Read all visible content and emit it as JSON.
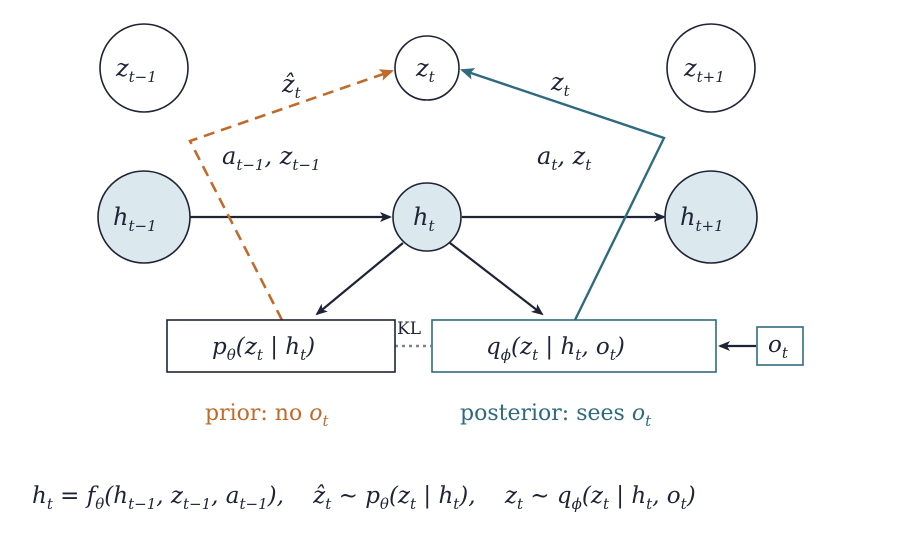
{
  "colors": {
    "ink": "#1e2435",
    "prior": "#c06a2b",
    "posterior": "#2e6b80",
    "hidden_fill": "#dbe9ef"
  },
  "nodes": {
    "z_prev": {
      "base": "z",
      "sub": "t−1"
    },
    "z_cur": {
      "base": "z",
      "sub": "t"
    },
    "z_next": {
      "base": "z",
      "sub": "t+1"
    },
    "h_prev": {
      "base": "h",
      "sub": "t−1"
    },
    "h_cur": {
      "base": "h",
      "sub": "t"
    },
    "h_next": {
      "base": "h",
      "sub": "t+1"
    }
  },
  "edge_labels": {
    "prior_edge": {
      "base": "ẑ",
      "sub": "t"
    },
    "posterior_edge": {
      "base": "z",
      "sub": "t"
    },
    "left_transition": "a",
    "left_transition_sub1": "t−1",
    "left_transition_mid": ", z",
    "left_transition_sub2": "t−1",
    "right_transition": "a",
    "right_transition_sub1": "t",
    "right_transition_mid": ", z",
    "right_transition_sub2": "t"
  },
  "boxes": {
    "prior_box": {
      "p": "p",
      "p_sub": "θ",
      "body": "(z",
      "body_sub": "t",
      "rest": " | h",
      "rest_sub": "t",
      "close": ")"
    },
    "posterior_box": {
      "q": "q",
      "q_sub": "ϕ",
      "body": "(z",
      "body_sub": "t",
      "rest": " | h",
      "rest_sub": "t",
      "comma": ", o",
      "comma_sub": "t",
      "close": ")"
    },
    "obs_box": {
      "base": "o",
      "sub": "t"
    },
    "kl_label": "KL"
  },
  "captions": {
    "prior_text": "prior: no ",
    "prior_var": "o",
    "prior_var_sub": "t",
    "posterior_text": "posterior: sees ",
    "posterior_var": "o",
    "posterior_var_sub": "t"
  },
  "equation": {
    "part1": "h",
    "part1_sub": "t",
    "part2": " = f",
    "part2_sub": "θ",
    "part3": "(h",
    "part3_sub": "t−1",
    "part4": ", z",
    "part4_sub": "t−1",
    "part5": ", a",
    "part5_sub": "t−1",
    "part6": "),    ẑ",
    "part6_sub": "t",
    "part7": " ∼ p",
    "part7_sub": "θ",
    "part8": "(z",
    "part8_sub": "t",
    "part9": " | h",
    "part9_sub": "t",
    "part10": "),    z",
    "part10_sub": "t",
    "part11": " ∼ q",
    "part11_sub": "ϕ",
    "part12": "(z",
    "part12_sub": "t",
    "part13": " | h",
    "part13_sub": "t",
    "part14": ", o",
    "part14_sub": "t",
    "part15": ")"
  }
}
